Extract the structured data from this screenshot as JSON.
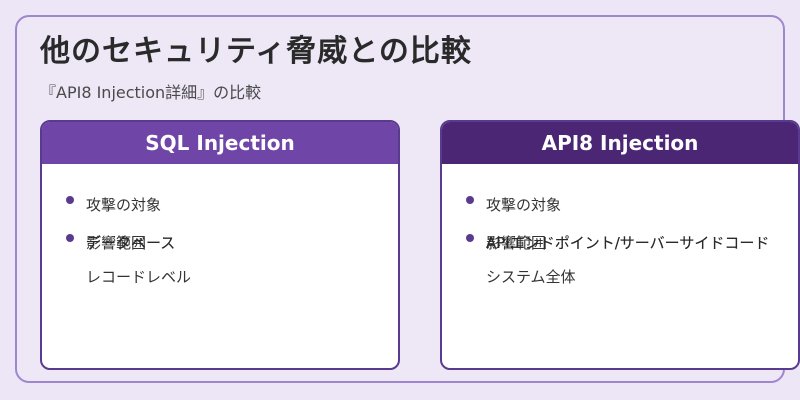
{
  "page": {
    "title": "他のセキュリティ脅威との比較",
    "subtitle": "『API8 Injection詳細』の比較"
  },
  "cards": [
    {
      "header": "SQL Injection",
      "items": [
        {
          "label": "攻撃の対象"
        },
        {
          "label": "影響範囲",
          "overlap_text": "データベース"
        }
      ],
      "continuation": "レコードレベル"
    },
    {
      "header": "API8 Injection",
      "items": [
        {
          "label": "攻撃の対象"
        },
        {
          "label": "影響範囲",
          "overlap_text": "APIエンドポイント/サーバーサイドコード"
        }
      ],
      "continuation": "システム全体"
    }
  ],
  "colors": {
    "background": "#ece6f6",
    "panel_border": "#9f87cf",
    "left_header": "#6f45a7",
    "right_header": "#4b2675",
    "bullet": "#5a3a8f"
  }
}
